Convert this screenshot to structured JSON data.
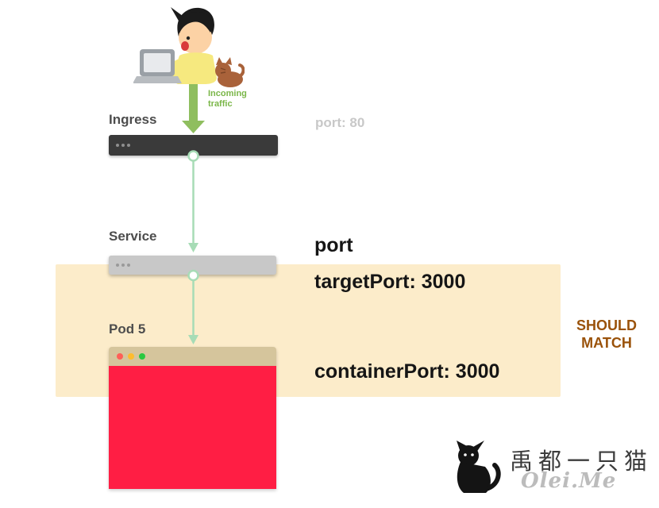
{
  "nodes": {
    "ingress_label": "Ingress",
    "service_label": "Service",
    "pod_label": "Pod 5"
  },
  "annotations": {
    "incoming_traffic": "Incoming traffic",
    "ingress_port": "port: 80",
    "service_port": "port",
    "target_port": "targetPort: 3000",
    "container_port": "containerPort: 3000",
    "should_match": "SHOULD MATCH"
  },
  "watermark": {
    "chinese_name": "禹都一只猫",
    "site_name": "Olei.Me"
  },
  "icons": {
    "arrow": "incoming-traffic-arrow",
    "window_dots": "window-menu-dots",
    "traffic_lights": "window-traffic-light-dots",
    "person": "person-at-laptop",
    "cat": "cat-silhouette"
  },
  "colors": {
    "ingress_bar": "#3a3a3a",
    "service_bar": "#c8c8c8",
    "pod_header": "#d5c59c",
    "pod_body": "#ff1e44",
    "highlight_band": "#fcecca",
    "arrow_green": "#8fbe5f",
    "connector_green": "#a7dcb6",
    "label_gray": "#4d4d4d",
    "muted_port_text": "#c8c8c8",
    "traffic_label_green": "#7ab648",
    "should_match_brown": "#9a520a",
    "dot_red": "#ff5f57",
    "dot_orange": "#febc2e",
    "dot_green": "#2ac840",
    "bar_dots_gray": "#8f8f8f",
    "watermark_gray": "#bcbcbc",
    "ink": "#141414"
  }
}
